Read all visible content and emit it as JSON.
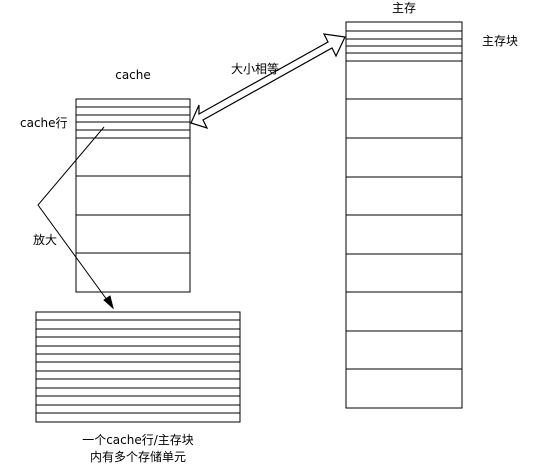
{
  "labels": {
    "main_memory": "主存",
    "main_memory_block": "主存块",
    "cache": "cache",
    "cache_line": "cache行",
    "same_size": "大小相等",
    "enlarge": "放大",
    "caption_line1": "一个cache行/主存块",
    "caption_line2": "内有多个存储单元"
  },
  "colors": {
    "stroke": "#000000",
    "arrow_fill": "#ffffff",
    "background": "#ffffff"
  }
}
